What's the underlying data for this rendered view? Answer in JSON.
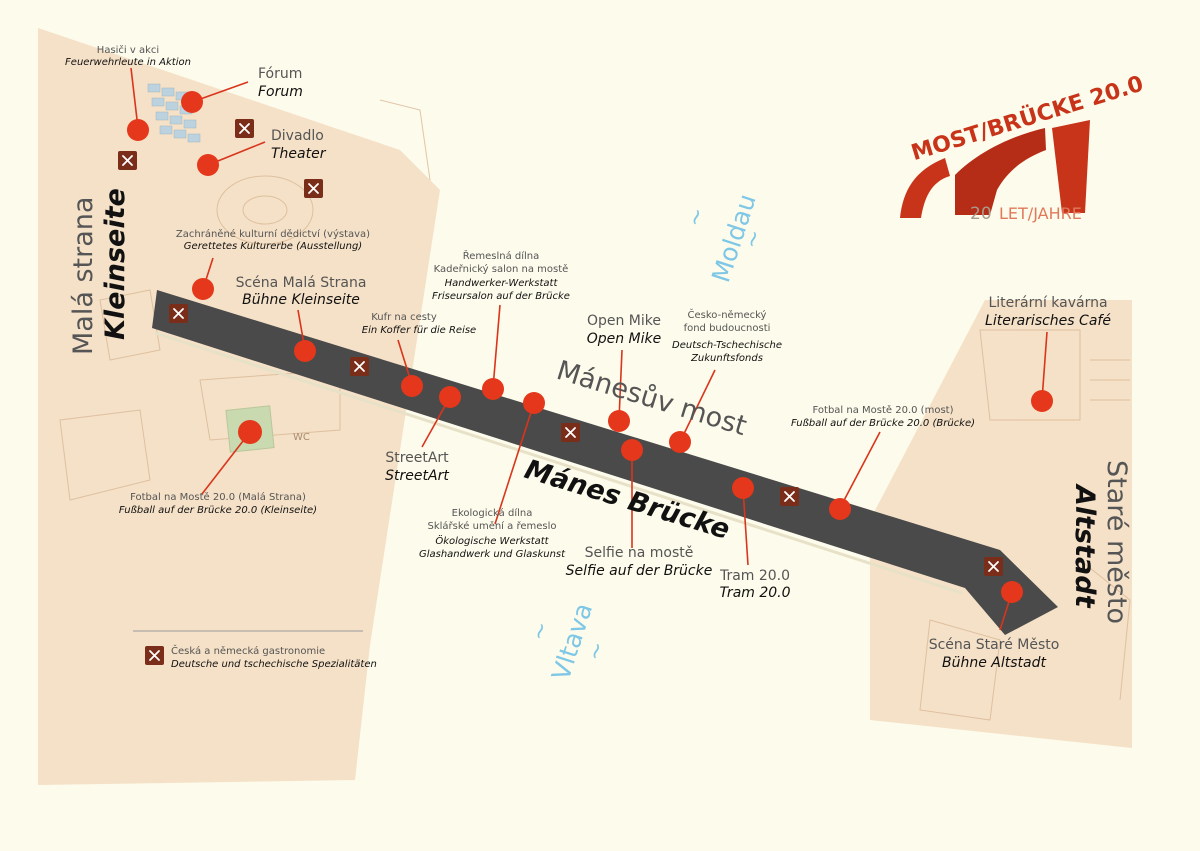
{
  "title": "MOST/BRÜCKE 20.0",
  "years": {
    "number": "20",
    "label": "LET/JAHRE"
  },
  "colors": {
    "accent": "#e4371b",
    "bridge": "#4a4a4a",
    "river_text": "#7ec7e6",
    "food_icon": "#7a2e1a",
    "logo": "#c7341a",
    "background": "#fdfbeb",
    "district": "#f3dcc1"
  },
  "districts": {
    "left": {
      "cz": "Malá strana",
      "de": "Kleinseite"
    },
    "right": {
      "cz": "Staré město",
      "de": "Altstadt"
    }
  },
  "bridge": {
    "cz": "Mánesův most",
    "de": "Mánes Brücke"
  },
  "river": {
    "north": "Moldau",
    "south": "Vltava",
    "tilde": "~"
  },
  "map_marks": {
    "wc": "WC"
  },
  "legend": {
    "cz": "Česká a německá gastronomie",
    "de": "Deutsche und tschechische Spezialitäten",
    "icon": "cutlery-icon"
  },
  "pois": {
    "hasici": {
      "cz": "Hasiči v akci",
      "de": "Feuerwehrleute in Aktion"
    },
    "forum": {
      "cz": "Fórum",
      "de": "Forum"
    },
    "divadlo": {
      "cz": "Divadlo",
      "de": "Theater"
    },
    "dedictvi": {
      "cz": "Zachráněné kulturní dědictví (výstava)",
      "de": "Gerettetes Kulturerbe (Ausstellung)"
    },
    "scena_ms": {
      "cz": "Scéna Malá Strana",
      "de": "Bühne Kleinseite"
    },
    "kufr": {
      "cz": "Kufr na cesty",
      "de": "Ein Koffer für die Reise"
    },
    "remeslna": {
      "cz1": "Řemeslná dílna",
      "cz2": "Kadeřnický salon na mostě",
      "de1": "Handwerker-Werkstatt",
      "de2": "Friseursalon auf der Brücke"
    },
    "open_mike": {
      "cz": "Open Mike",
      "de": "Open Mike"
    },
    "fond": {
      "cz1": "Česko-německý",
      "cz2": "fond budoucnosti",
      "de1": "Deutsch-Tschechische",
      "de2": "Zukunftsfonds"
    },
    "literarni": {
      "cz": "Literární kavárna",
      "de": "Literarisches Café"
    },
    "fotbal_most": {
      "cz": "Fotbal na Mostě 20.0 (most)",
      "de": "Fußball auf der Brücke 20.0 (Brücke)"
    },
    "fotbal_ms": {
      "cz": "Fotbal na Mostě 20.0 (Malá Strana)",
      "de": "Fußball auf der Brücke 20.0 (Kleinseite)"
    },
    "streetart": {
      "cz": "StreetArt",
      "de": "StreetArt"
    },
    "ekologicka": {
      "cz1": "Ekologická dílna",
      "cz2": "Sklářské umění a řemeslo",
      "de1": "Ökologische Werkstatt",
      "de2": "Glashandwerk und Glaskunst"
    },
    "selfie": {
      "cz": "Selfie na mostě",
      "de": "Selfie auf der Brücke"
    },
    "tram": {
      "cz": "Tram 20.0",
      "de": "Tram 20.0"
    },
    "scena_sm": {
      "cz": "Scéna Staré Město",
      "de": "Bühne Altstadt"
    }
  }
}
